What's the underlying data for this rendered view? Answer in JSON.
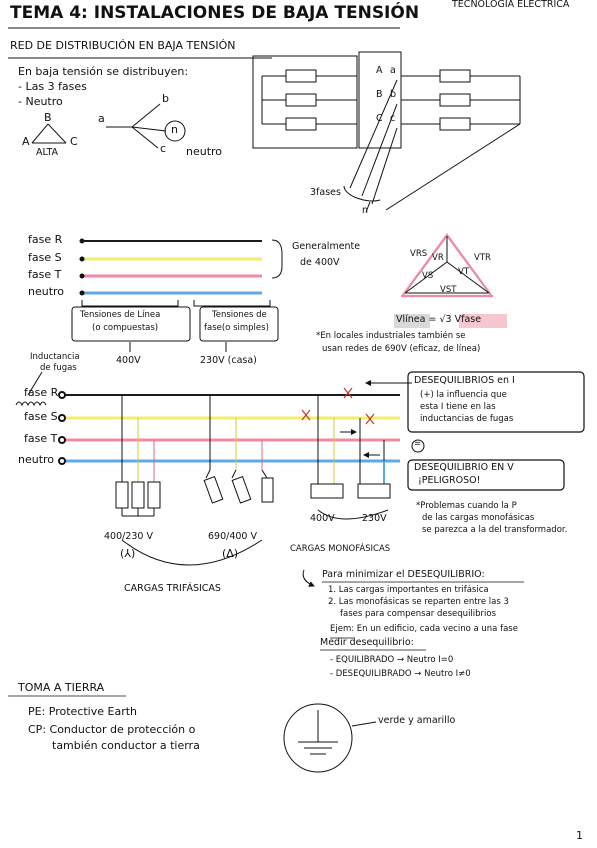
{
  "header": {
    "title": "TEMA 4: INSTALACIONES DE BAJA TENSIÓN",
    "subject": "TECNOLOGÍA ELÉCTRICA"
  },
  "section1": {
    "heading": "RED DE DISTRIBUCIÓN EN BAJA TENSIÓN",
    "intro": "En baja tensión se distribuyen:",
    "items": [
      "- Las 3 fases",
      "- Neutro"
    ],
    "triangle": {
      "b": "B",
      "a": "A",
      "c": "C",
      "caption": "ALTA"
    },
    "star": {
      "a": "a",
      "b": "b",
      "c": "c",
      "n": "n",
      "neutro": "neutro"
    },
    "transformer": {
      "labels": [
        "A",
        "a",
        "B",
        "b",
        "C",
        "c"
      ],
      "fases": "3fases",
      "n": "n"
    }
  },
  "lines": {
    "labels": [
      "fase R",
      "fase S",
      "fase T",
      "neutro"
    ],
    "note": [
      "Generalmente",
      "de 400V"
    ],
    "box_linea": [
      "Tensiones de Línea",
      "(o compuestas)"
    ],
    "box_fase": [
      "Tensiones de",
      "fase(o simples)"
    ],
    "v_linea": "400V",
    "v_fase": "230V (casa)",
    "triangle": {
      "vrs": "VRS",
      "vtr": "VTR",
      "vr": "VR",
      "vs": "VS",
      "vt": "VT",
      "vst": "VST"
    },
    "formula_left": "Vlínea = ",
    "formula_root": "√3",
    "formula_right": " Vfase",
    "industrial_note": [
      "*En locales industriales también se",
      "usan redes de 690V (eficaz, de línea)"
    ]
  },
  "circuit": {
    "inductance_label": [
      "Inductancia",
      "de fugas"
    ],
    "labels": [
      "fase R",
      "fase S",
      "fase T",
      "neutro"
    ],
    "desequilibrio_box": [
      "DESEQUILIBRIOS en I",
      "(+) la influencia que",
      "esta I tiene en las",
      "inductancias de fugas"
    ],
    "equal_sign": "=",
    "peligro_box": [
      "DESEQUILIBRIO EN V",
      "¡PELIGROSO!"
    ],
    "problem_note": [
      "*Problemas cuando la P",
      "de las cargas monofásicas",
      "se parezca a la del transformador."
    ],
    "load_star": [
      "400/230 V",
      "(⅄)"
    ],
    "load_delta": [
      "690/400 V",
      "(Δ)"
    ],
    "mono_400": "400V",
    "mono_230": "230V",
    "mono_caption": "CARGAS MONOFÁSICAS",
    "tri_caption": "CARGAS TRIFÁSICAS"
  },
  "minimize": {
    "heading": "Para minimizar el DESEQUILIBRIO:",
    "items": [
      "1. Las cargas importantes en trifásica",
      "2. Las monofásicas se reparten entre las 3",
      "fases para compensar desequilibrios"
    ],
    "example_label": "Ejem:",
    "example_text": " En un edificio, cada vecino a una fase",
    "measure_heading": "Medir desequilibrio:",
    "measure_items": [
      "- EQUILIBRADO → Neutro I=0",
      "- DESEQUILIBRADO → Neutro I≠0"
    ]
  },
  "earth": {
    "heading": "TOMA A TIERRA",
    "pe": "PE: Protective Earth",
    "cp": [
      "CP: Conductor de protección o",
      "también conductor a tierra"
    ],
    "colors_note": "verde y amarillo"
  },
  "page_number": "1",
  "colors": {
    "fase_r": "#1a1a1a",
    "fase_s": "#f2ec6a",
    "fase_t": "#f08aa0",
    "neutro": "#5fa8e8",
    "highlight_pink": "#f6c7cf",
    "highlight_grey": "#d9d9d9"
  }
}
